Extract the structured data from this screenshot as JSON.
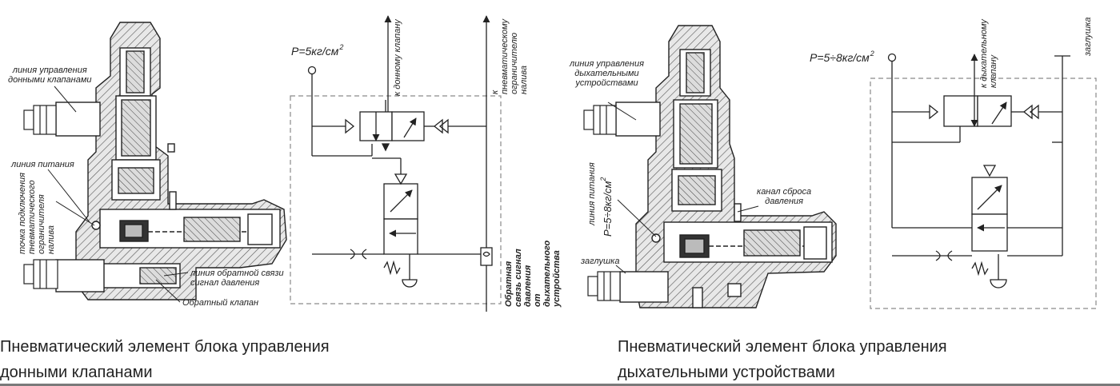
{
  "left_figure": {
    "callouts": {
      "control_line": "линия управления\nдонными клапанами",
      "supply_line": "линия питания",
      "limiter_point": "точка подключения\nпневматического\nограничителя\nналива",
      "feedback_line": "линия обратной связи\nсигнал давления",
      "check_valve": "Обратный клапан"
    },
    "schematic": {
      "pressure_value": "P=5кг/см",
      "pressure_exponent": "2",
      "to_bottom_valve": "к донному клапану",
      "to_limiter": "к пневматическому\nограничителю налива",
      "feedback_signal": "Обратная связь сигнал давления\nот дыхательного устройства"
    },
    "caption": "Пневматический элемент блока управления\nдонными клапанами"
  },
  "right_figure": {
    "callouts": {
      "control_line": "линия управления\nдыхательными\nустройствами",
      "supply_line": "линия питания",
      "supply_pressure_value": "P=5÷8кг/см",
      "supply_pressure_exponent": "2",
      "plug": "заглушка",
      "relief_channel": "канал сброса\nдавления"
    },
    "schematic": {
      "pressure_value": "P=5÷8кг/см",
      "pressure_exponent": "2",
      "to_breather_valve": "к дыхательному\nклапану",
      "plug": "заглушка"
    },
    "caption": "Пневматический элемент блока управления\nдыхательными устройствами"
  },
  "colors": {
    "ink": "#1a1a1a",
    "dashed_frame": "#8a8a8a",
    "caption_rule": "#7a7a7a"
  }
}
